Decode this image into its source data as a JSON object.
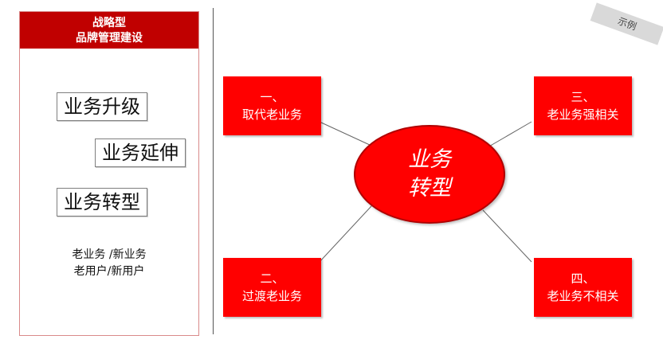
{
  "panel": {
    "title_line1": "战略型",
    "title_line2": "品牌管理建设",
    "keywords": [
      "业务升级",
      "业务延伸",
      "业务转型"
    ],
    "note_line1": "老业务 /新业务",
    "note_line2": "老用户/新用户"
  },
  "stamp": "示例",
  "hub": {
    "line1": "业务",
    "line2": "转型"
  },
  "nodes": [
    {
      "line1": "一、",
      "line2": "取代老业务"
    },
    {
      "line1": "三、",
      "line2": "老业务强相关"
    },
    {
      "line1": "二、",
      "line2": "过渡老业务"
    },
    {
      "line1": "四、",
      "line2": "老业务不相关"
    }
  ],
  "colors": {
    "header_red": "#c00000",
    "node_red": "#ff0000",
    "panel_border": "#d98a8a"
  }
}
